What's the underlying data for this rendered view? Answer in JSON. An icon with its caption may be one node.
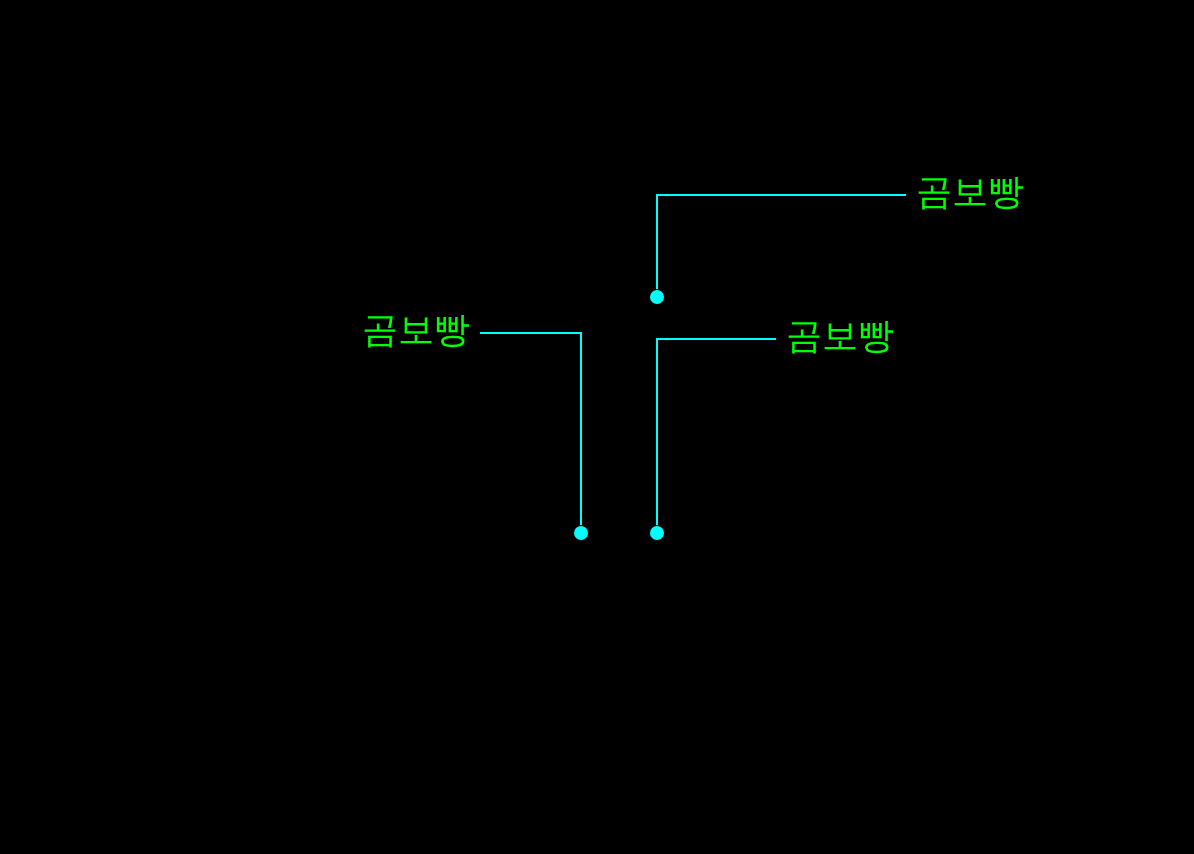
{
  "diagram": {
    "nodes": [
      {
        "text": [
          "곰보빵"
        ]
      },
      {
        "text": [
          "곰보빵"
        ]
      },
      {
        "text": [
          "곰보빵"
        ]
      },
      {
        "text": [],
        "shape": "circle"
      },
      {
        "text": [],
        "shape": "circle"
      },
      {
        "text": [],
        "shape": "circle"
      }
    ],
    "edges": [
      {
        "from": 0,
        "to": 3,
        "arrow": "none"
      },
      {
        "from": 1,
        "to": 4,
        "arrow": "none"
      },
      {
        "from": 2,
        "to": 5,
        "arrow": "none"
      }
    ]
  }
}
